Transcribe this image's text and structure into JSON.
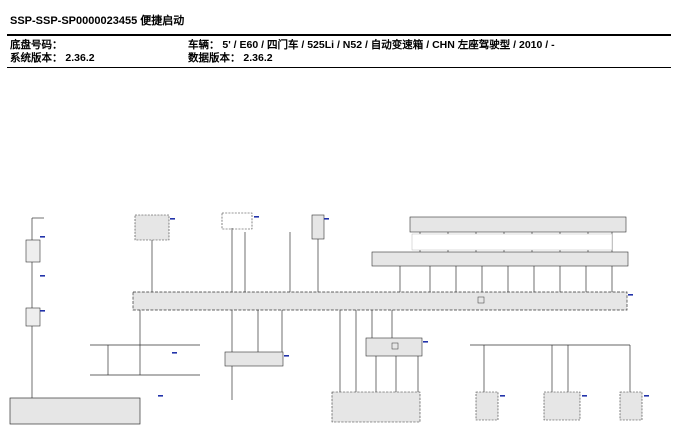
{
  "header": {
    "title": "SSP-SSP-SP0000023455 便捷启动",
    "chassis_label": "底盘号码：",
    "chassis_value": "",
    "system_version_label": "系统版本：",
    "system_version_value": "2.36.2",
    "vehicle_label": "车辆：",
    "vehicle_value": "5' / E60 / 四门车 / 525Li / N52 / 自动变速箱 / CHN 左座驾驶型 / 2010 / -",
    "data_version_label": "数据版本：",
    "data_version_value": "2.36.2"
  },
  "colors": {
    "line": "#333333",
    "module_fill": "#e6e6e6",
    "label_blue": "#2233aa"
  }
}
